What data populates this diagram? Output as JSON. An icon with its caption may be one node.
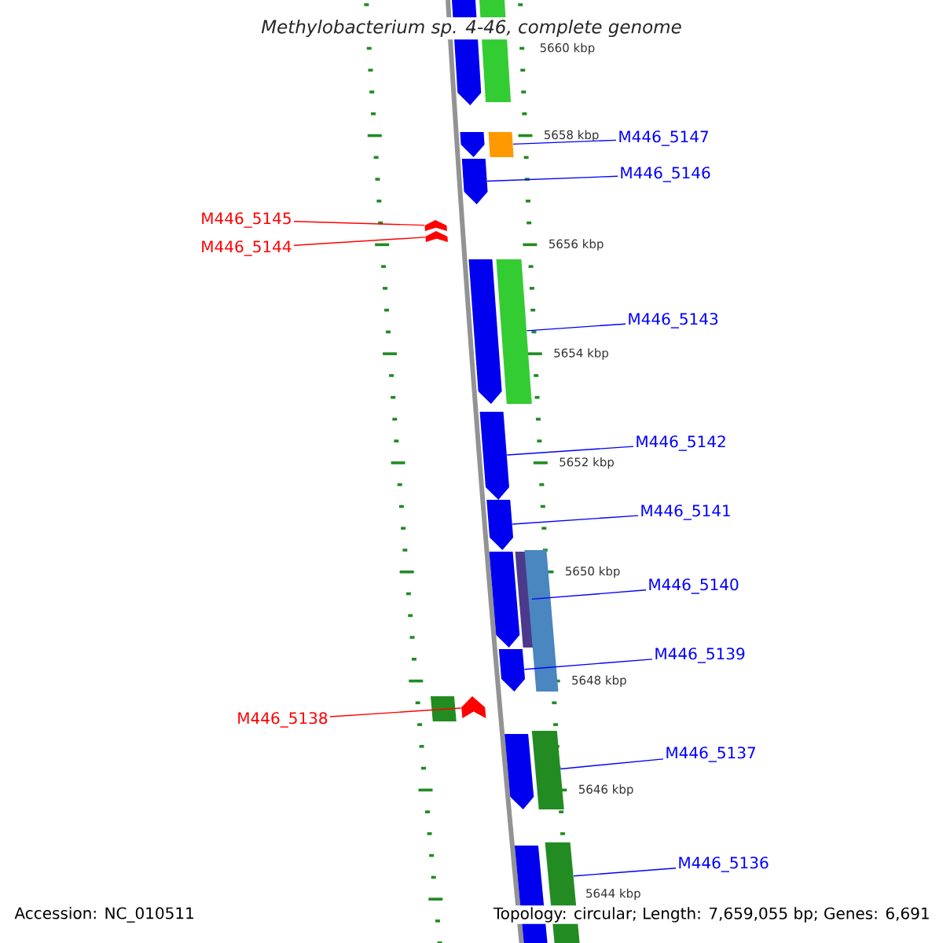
{
  "diagram": {
    "title": "Methylobacterium sp. 4-46, complete genome",
    "nodes": [
      {
        "text": [
          "M446_5147"
        ]
      },
      {
        "text": [],
        "shape": "bar"
      },
      {
        "text": [
          "M446_5146"
        ]
      },
      {
        "text": [],
        "shape": "bar"
      },
      {
        "text": [
          "M446_5145"
        ]
      },
      {
        "text": [],
        "shape": "bar"
      },
      {
        "text": [
          "M446_5144"
        ]
      },
      {
        "text": [],
        "shape": "bar"
      },
      {
        "text": [
          "M446_5143"
        ]
      },
      {
        "text": [],
        "shape": "bar"
      },
      {
        "text": [
          "M446_5142"
        ]
      },
      {
        "text": [],
        "shape": "bar"
      },
      {
        "text": [
          "M446_5141"
        ]
      },
      {
        "text": [],
        "shape": "bar"
      },
      {
        "text": [
          "M446_5140"
        ]
      },
      {
        "text": [],
        "shape": "bar"
      },
      {
        "text": [
          "M446_5139"
        ]
      },
      {
        "text": [],
        "shape": "bar"
      },
      {
        "text": [
          "M446_5138"
        ]
      },
      {
        "text": [],
        "shape": "bar"
      },
      {
        "text": [
          "M446_5137"
        ]
      },
      {
        "text": [],
        "shape": "bar"
      },
      {
        "text": [
          "M446_5136"
        ]
      },
      {
        "text": [],
        "shape": "bar"
      },
      {
        "text": [],
        "shape": "bar"
      },
      {
        "text": [],
        "shape": "bar"
      },
      {
        "text": [],
        "shape": "bar"
      },
      {
        "text": [],
        "shape": "bar"
      },
      {
        "text": [],
        "shape": "bar"
      },
      {
        "text": [],
        "shape": "bar"
      },
      {
        "text": [],
        "shape": "bar"
      },
      {
        "text": [],
        "shape": "bar"
      },
      {
        "text": [],
        "shape": "bar"
      }
    ],
    "edges": [
      {
        "from": 0,
        "to": 1,
        "arrow": "none"
      },
      {
        "from": 2,
        "to": 3,
        "arrow": "none"
      },
      {
        "from": 4,
        "to": 5,
        "arrow": "none",
        "color": "#ff0000"
      },
      {
        "from": 6,
        "to": 7,
        "arrow": "none",
        "color": "#ff0000"
      },
      {
        "from": 8,
        "to": 9,
        "arrow": "none"
      },
      {
        "from": 10,
        "to": 11,
        "arrow": "none"
      },
      {
        "from": 12,
        "to": 13,
        "arrow": "none"
      },
      {
        "from": 14,
        "to": 15,
        "arrow": "none"
      },
      {
        "from": 16,
        "to": 17,
        "arrow": "none"
      },
      {
        "from": 18,
        "to": 19,
        "arrow": "none",
        "color": "#ff0000"
      },
      {
        "from": 20,
        "to": 21,
        "arrow": "none"
      },
      {
        "from": 22,
        "to": 23,
        "arrow": "none"
      }
    ],
    "labels": [
      "5660 kbp",
      "5658 kbp",
      "5656 kbp",
      "5654 kbp",
      "5652 kbp",
      "5650 kbp",
      "5648 kbp",
      "5646 kbp",
      "5644 kbp",
      "Accession: NC_010511",
      "Topology: circular; Length: 7,659,055 bp; Genes: 6,691"
    ]
  }
}
